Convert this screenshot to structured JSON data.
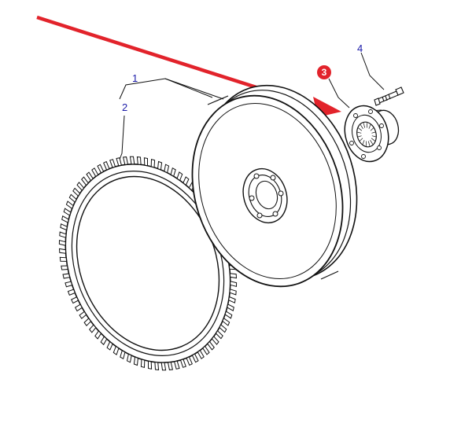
{
  "diagram": {
    "callouts": [
      {
        "id": "1",
        "label": "1"
      },
      {
        "id": "2",
        "label": "2"
      },
      {
        "id": "3",
        "label": "3"
      },
      {
        "id": "4",
        "label": "4"
      }
    ],
    "colors": {
      "callout_text": "#1a1aa8",
      "highlight_badge": "#e2232b",
      "arrow": "#e2232b",
      "linework": "#111111"
    }
  }
}
